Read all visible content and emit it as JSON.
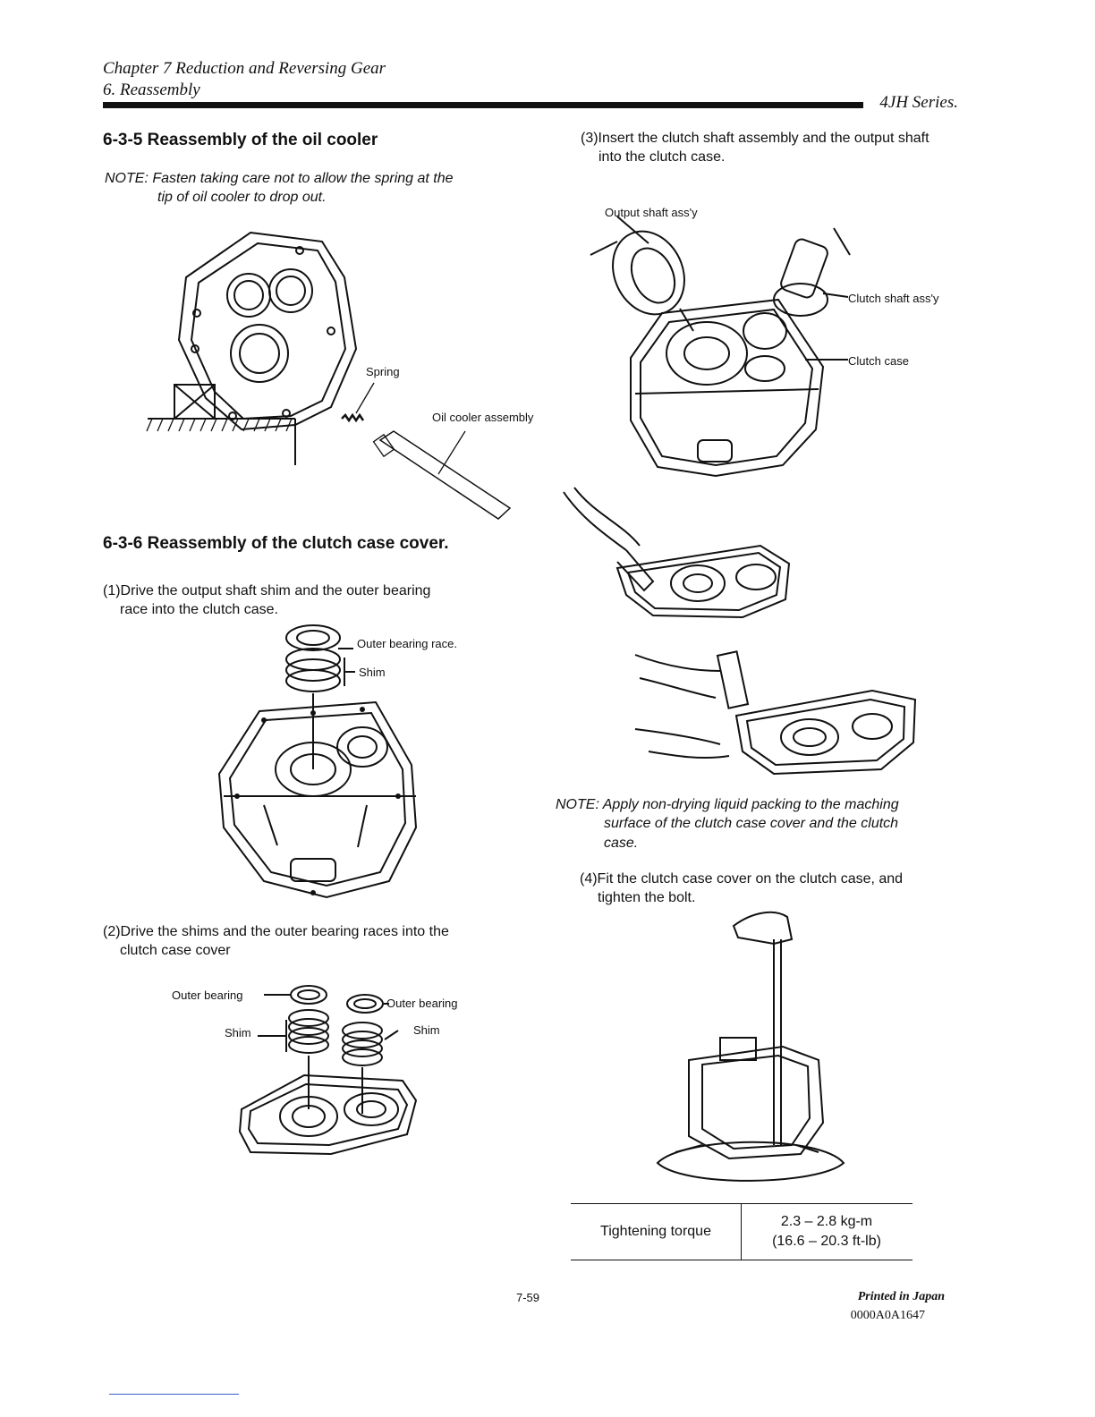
{
  "header": {
    "chapter": "Chapter 7 Reduction and Reversing Gear",
    "section": "6. Reassembly",
    "series": "4JH Series."
  },
  "left": {
    "s635": {
      "title": "6-3-5  Reassembly of the oil cooler",
      "note_line1": "NOTE: Fasten  taking  care  not  to  allow  the  spring  at  the",
      "note_line2": "tip of oil cooler to drop out.",
      "label_spring": "Spring",
      "label_oil_cooler": "Oil cooler assembly"
    },
    "s636": {
      "title": "6-3-6  Reassembly of the clutch case cover.",
      "step1_line1": "(1)Drive  the  output  shaft  shim  and  the  outer  bearing",
      "step1_line2": "race into the clutch case.",
      "label_outer_bearing_race": "Outer bearing race.",
      "label_shim": "Shim",
      "step2_line1": "(2)Drive  the  shims  and  the  outer  bearing  races  into  the",
      "step2_line2": "clutch case cover",
      "label_outer_bearing_left": "Outer bearing",
      "label_outer_bearing_right": "Outer bearing",
      "label_shim_left": "Shim",
      "label_shim_right": "Shim"
    }
  },
  "right": {
    "step3_line1": "(3)Insert the clutch shaft assembly and the output shaft",
    "step3_line2": "into the clutch case.",
    "label_output_shaft": "Output shaft ass'y",
    "label_clutch_shaft": "Clutch shaft ass'y",
    "label_clutch_case": "Clutch case",
    "note_line1": "NOTE: Apply  non-drying  liquid  packing  to  the  maching",
    "note_line2": "surface  of  the  clutch  case  cover  and  the  clutch",
    "note_line3": "case.",
    "step4_line1": "(4)Fit  the  clutch  case  cover  on  the  clutch  case,  and",
    "step4_line2": "tighten the bolt.",
    "torque": {
      "label": "Tightening torque",
      "value_metric": "2.3 – 2.8 kg-m",
      "value_imperial": "(16.6 – 20.3 ft-lb)"
    }
  },
  "footer": {
    "page": "7-59",
    "printed": "Printed in Japan",
    "code": "0000A0A1647"
  }
}
